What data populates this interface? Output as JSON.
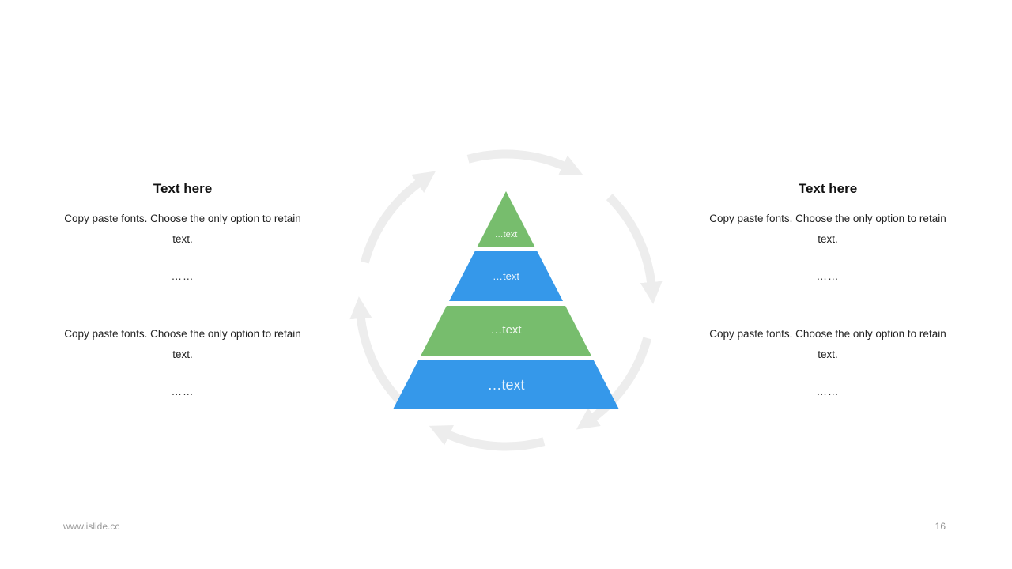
{
  "slide": {
    "left_column": {
      "title": "Text here",
      "paragraph1": "Copy paste fonts. Choose the only option to retain text.",
      "ellipsis1": "……",
      "paragraph2": "Copy paste fonts. Choose the only option to retain text.",
      "ellipsis2": "……"
    },
    "right_column": {
      "title": "Text here",
      "paragraph1": "Copy paste fonts. Choose the only option to retain text.",
      "ellipsis1": "……",
      "paragraph2": "Copy paste fonts. Choose the only option to retain text.",
      "ellipsis2": "……"
    },
    "footer": {
      "website": "www.islide.cc",
      "page_number": "16"
    }
  },
  "pyramid": {
    "layers": [
      {
        "label": "…text",
        "color": "#77bd6d"
      },
      {
        "label": "…text",
        "color": "#3598ea"
      },
      {
        "label": "…text",
        "color": "#77bd6d"
      },
      {
        "label": "…text",
        "color": "#3598ea"
      }
    ],
    "arrow_color": "#ededed"
  }
}
